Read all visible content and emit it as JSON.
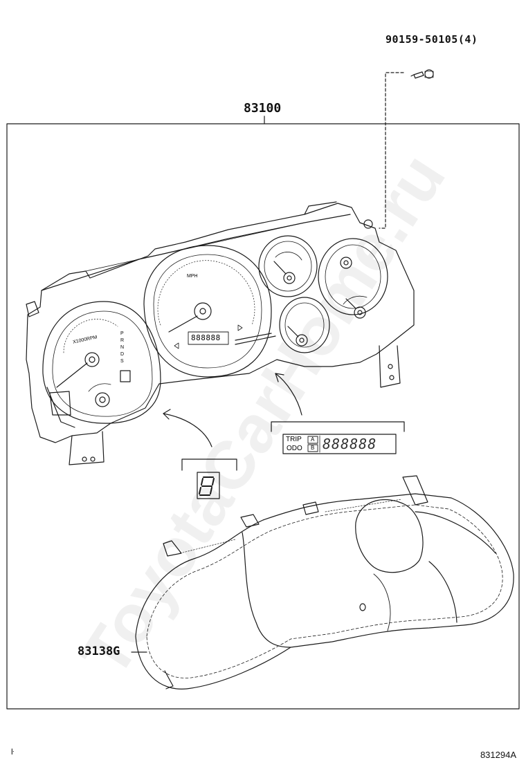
{
  "parts": {
    "bolt": "90159-50105(4)",
    "assembly": "83100",
    "cover": "83138G"
  },
  "gauges": {
    "tacho_label": "X1000RPM",
    "speedo_label": "MPH",
    "gear_letters": [
      "P",
      "R",
      "N",
      "D",
      "S"
    ]
  },
  "odometer": {
    "trip": "TRIP",
    "odo": "ODO",
    "mode_a": "A",
    "mode_b": "B",
    "digits": "888888"
  },
  "gear_digit": "8",
  "figure_id": "831294A",
  "corner_mark": "ŀ",
  "watermark": "ToyotaCarHome.ru",
  "colors": {
    "line": "#1a1a1a",
    "watermark": "#d8d8d8",
    "background": "#ffffff"
  }
}
